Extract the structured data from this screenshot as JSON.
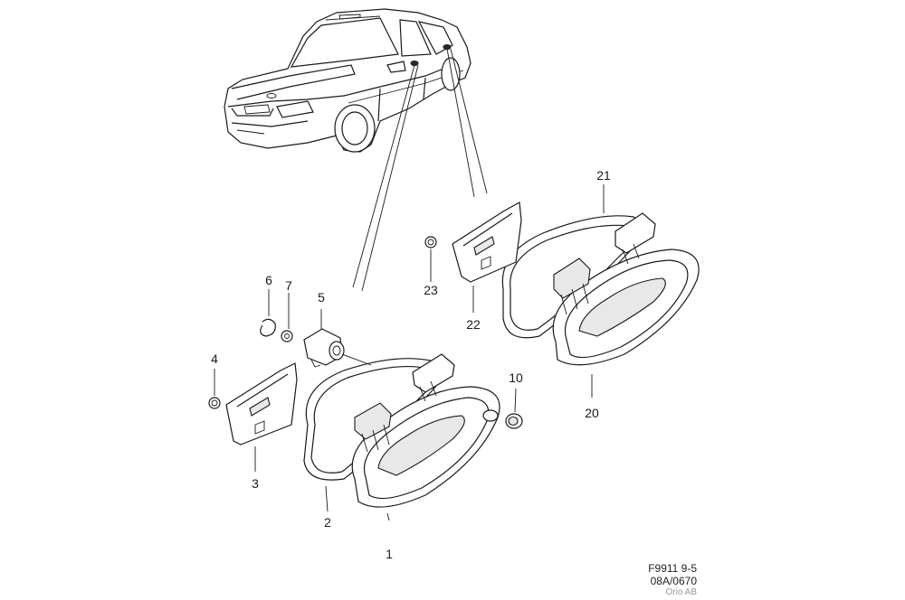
{
  "figure": {
    "code": "F9911 9-5",
    "reference": "08A/0670",
    "publisher": "Orio AB"
  },
  "part_labels": {
    "p1": "1",
    "p2": "2",
    "p3": "3",
    "p4": "4",
    "p5": "5",
    "p6": "6",
    "p7": "7",
    "p10": "10",
    "p20": "20",
    "p21": "21",
    "p22": "22",
    "p23": "23"
  },
  "colors": {
    "line": "#1a1a1a",
    "background": "#ffffff",
    "footer_muted": "#999999"
  }
}
